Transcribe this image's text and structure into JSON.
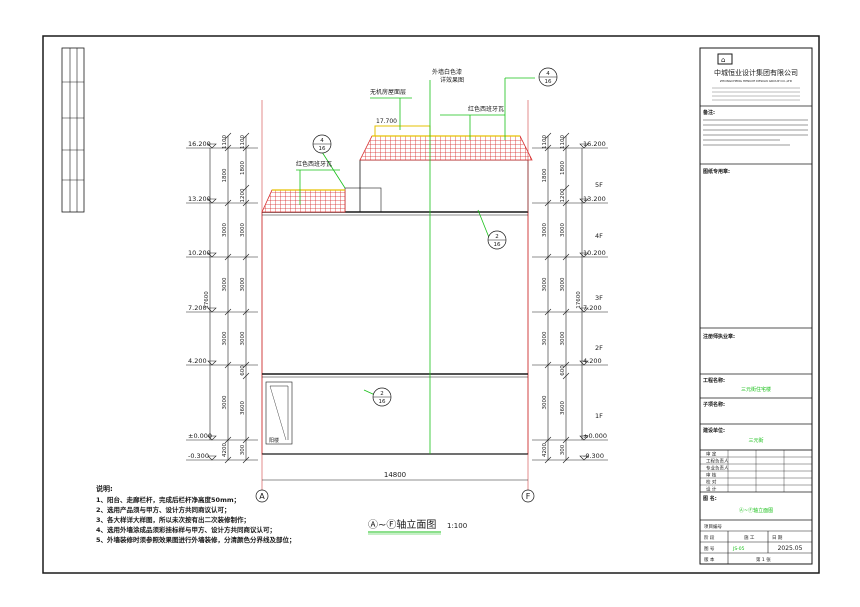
{
  "title_block": {
    "company": "中城恒业设计集团有限公司",
    "company_en": "ZHONGCHENG HENGYE DESIGN GROUP CO.,LTD",
    "notes_title": "备注:",
    "owner_title": "图纸专用章:",
    "registered_title": "注册师执业章:",
    "project_label": "工程名称:",
    "project_value": "三元街住宅楼",
    "subproject_label": "子项名称:",
    "client_label": "建设单位:",
    "client_value": "三元街",
    "drawing_label": "图 名:",
    "drawing_value": "Ⓐ~Ⓕ轴立面图",
    "sign_rows": [
      {
        "role": "审 定",
        "name": "",
        "sign": ""
      },
      {
        "role": "工程负责人",
        "name": "",
        "sign": ""
      },
      {
        "role": "专业负责人",
        "name": "",
        "sign": ""
      },
      {
        "role": "审 核",
        "name": "",
        "sign": ""
      },
      {
        "role": "校 对",
        "name": "",
        "sign": ""
      },
      {
        "role": "设 计",
        "name": "",
        "sign": ""
      }
    ],
    "project_no_label": "项目编号",
    "stage_label": "阶 段",
    "stage_value": "施 工",
    "date_label": "日 期",
    "date_value": "2025.05",
    "drawing_no_label": "图 号",
    "drawing_no_value": "JS-05",
    "version_label": "版 本",
    "sheet_label": "第 1 张"
  },
  "drawing": {
    "title": "Ⓐ~Ⓕ轴立面图",
    "scale": "1:100",
    "axis_a": "A",
    "axis_f": "F",
    "span": "14800",
    "label_roof_tile_left": "红色西班牙瓦",
    "label_roof_tile_right": "红色西班牙瓦",
    "label_machine_room": "无机房屋面层",
    "label_wall_paint": "外墙白色漆",
    "label_wall_paint2": "详效果图",
    "label_stair": "阳楼",
    "roof_elev": "17.700",
    "ref_top_num": "4",
    "ref_top_den": "16",
    "ref_left_num": "4",
    "ref_left_den": "16",
    "ref_mid_num": "2",
    "ref_mid_den": "16",
    "ref_low_num": "2",
    "ref_low_den": "16",
    "elevations_left": [
      "16.200",
      "13.200",
      "10.200",
      "7.200",
      "4.200",
      "±0.000",
      "-0.300"
    ],
    "elevations_right": [
      "16.200",
      "13.200",
      "10.200",
      "7.200",
      "4.200",
      "±0.000",
      "-0.300"
    ],
    "floors": [
      "5F",
      "4F",
      "3F",
      "2F",
      "1F"
    ],
    "dims_outer": [
      "1100",
      "1800",
      "3000",
      "3000",
      "3000",
      "3000",
      "4200",
      "300"
    ],
    "dims_inner": [
      "1100",
      "1800",
      "1200",
      "3000",
      "3000",
      "3000",
      "600",
      "3600",
      "300"
    ],
    "dim_total": "17600"
  },
  "notes": {
    "title": "说明:",
    "items": [
      "1、阳台、走廊栏杆，完成后栏杆净高度50mm；",
      "2、选用产品须与甲方、设计方共同商议认可；",
      "3、各大样详大样图，所以未次按有出二次装修制作；",
      "4、选用外墙涂成品须彩挂标样与甲方、设计方共同商议认可；",
      "5、外墙装修时须参照效果图进行外墙装修，分清颜色分界线及部位；"
    ]
  },
  "colors": {
    "frame": "#1a1a1a",
    "tile": "#d62828",
    "green": "#18c018",
    "yellow": "#e6c200",
    "wall": "#d04040",
    "dim": "#202020"
  }
}
